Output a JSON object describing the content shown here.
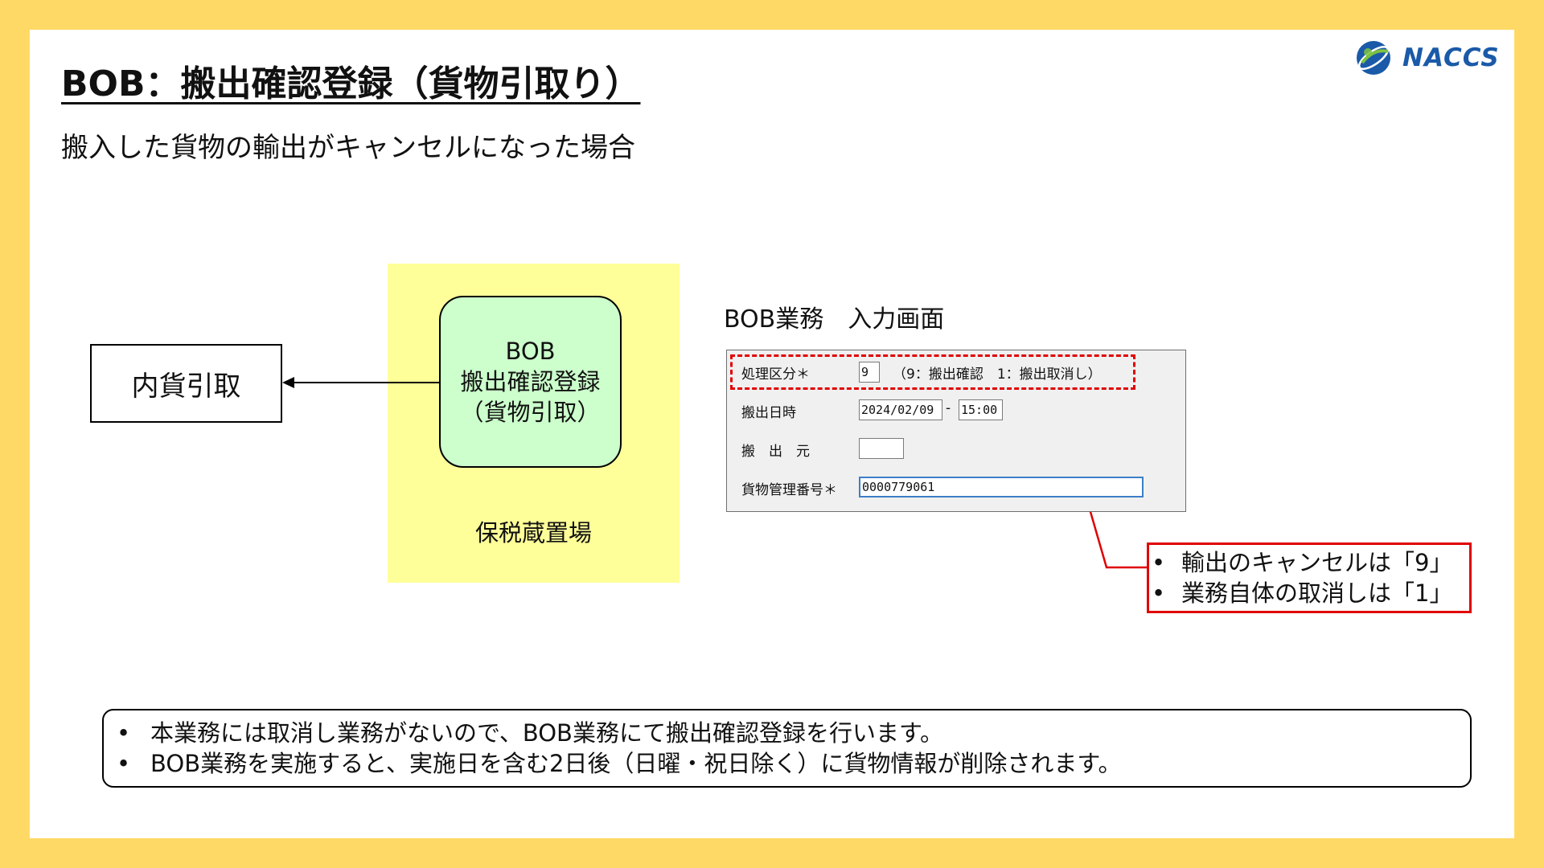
{
  "header": {
    "title": "BOB：搬出確認登録（貨物引取り）",
    "subtitle": "搬入した貨物の輸出がキャンセルになった場合",
    "logo_text": "NACCS"
  },
  "diagram": {
    "release_box_label": "内貨引取",
    "bob_box_lines": [
      "BOB",
      "搬出確認登録",
      "（貨物引取）"
    ],
    "area_label": "保税蔵置場"
  },
  "screen": {
    "title": "BOB業務　入力画面",
    "fields": [
      {
        "label": "処理区分＊",
        "value": "9",
        "hint": "（9：搬出確認　1：搬出取消し）"
      },
      {
        "label": "搬出日時",
        "date": "2024/02/09",
        "separator": "-",
        "time": "15:00"
      },
      {
        "label": "搬　出　元",
        "value": ""
      },
      {
        "label": "貨物管理番号＊",
        "value": "0000779061"
      }
    ]
  },
  "callout": {
    "bullet": "•",
    "items": [
      "輸出のキャンセルは「9」",
      "業務自体の取消しは「1」"
    ]
  },
  "notes": {
    "bullet": "•",
    "items": [
      "本業務には取消し業務がないので、BOB業務にて搬出確認登録を行います。",
      "BOB業務を実施すると、実施日を含む2日後（日曜・祝日除く）に貨物情報が削除されます。"
    ]
  },
  "colors": {
    "background": "#ffd966",
    "bonded_area": "#ffff99",
    "bob_box": "#ccffcc",
    "highlight": "#e00000",
    "logo": "#1a5aa8"
  }
}
